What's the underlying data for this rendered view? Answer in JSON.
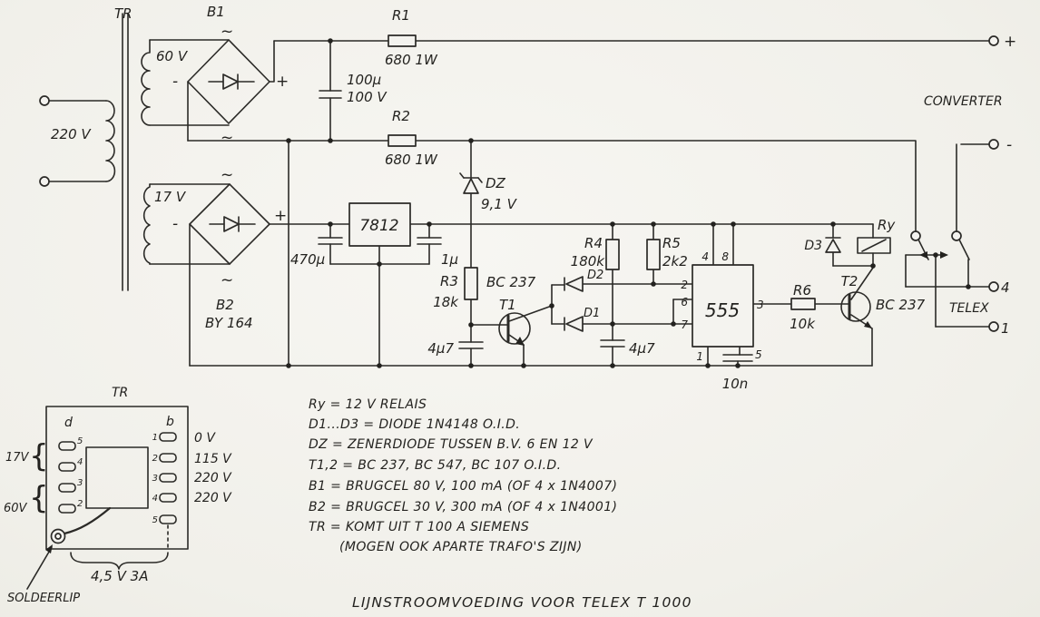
{
  "title": "LIJNSTROOMVOEDING VOOR TELEX T 1000",
  "symbols": {
    "ac": "~",
    "plus": "+",
    "minus": "-",
    "brace": "{"
  },
  "transformer": {
    "label": "TR",
    "primary": "220 V",
    "secondary_60": "60 V",
    "secondary_17": "17 V"
  },
  "components": {
    "b1": {
      "label": "B1"
    },
    "b2": {
      "label": "B2",
      "type": "BY 164"
    },
    "r1": {
      "label": "R1",
      "value": "680 1W"
    },
    "r2": {
      "label": "R2",
      "value": "680 1W"
    },
    "r3": {
      "label": "R3",
      "value": "18k"
    },
    "r4": {
      "label": "R4",
      "value": "180k"
    },
    "r5": {
      "label": "R5",
      "value": "2k2"
    },
    "r6": {
      "label": "R6",
      "value": "10k"
    },
    "c_smooth": {
      "label": "100µ",
      "voltage": "100 V"
    },
    "c_470": {
      "label": "470µ"
    },
    "c_1u": {
      "label": "1µ"
    },
    "c_4u7_left": {
      "label": "4µ7"
    },
    "c_4u7_right": {
      "label": "4µ7"
    },
    "c_10n": {
      "label": "10n"
    },
    "regulator": {
      "label": "7812"
    },
    "dz": {
      "label": "DZ",
      "value": "9,1 V"
    },
    "d1": {
      "label": "D1"
    },
    "d2": {
      "label": "D2"
    },
    "d3": {
      "label": "D3"
    },
    "t1": {
      "label": "T1",
      "type": "BC 237"
    },
    "t2": {
      "label": "T2",
      "type": "BC 237"
    },
    "ic555": {
      "label": "555",
      "pins": {
        "p1": "1",
        "p2": "2",
        "p3": "3",
        "p4": "4",
        "p5": "5",
        "p6": "6",
        "p7": "7",
        "p8": "8"
      }
    },
    "relay": {
      "label": "Ry"
    }
  },
  "terminals": {
    "converter": "CONVERTER",
    "telex": "TELEX",
    "telex_4": "4",
    "telex_1": "1"
  },
  "tr_detail": {
    "label": "TR",
    "col_left": "d",
    "col_right": "b",
    "left_pins": [
      "5",
      "4",
      "3",
      "2"
    ],
    "right_pins": [
      "1",
      "2",
      "3",
      "4",
      "5"
    ],
    "right_labels": [
      "0 V",
      "115 V",
      "220 V",
      "220 V"
    ],
    "winding_17": "17V",
    "winding_60": "60V",
    "heater_tap": "4,5 V 3A",
    "solder_lug": "SOLDEERLIP"
  },
  "notes": [
    "Ry = 12 V RELAIS",
    "D1...D3 = DIODE 1N4148 O.I.D.",
    "DZ = ZENERDIODE TUSSEN B.V. 6 EN 12 V",
    "T1,2 = BC 237, BC 547, BC 107  O.I.D.",
    "B1 = BRUGCEL 80 V, 100 mA (OF 4 x 1N4007)",
    "B2 = BRUGCEL 30 V, 300 mA (OF 4 x 1N4001)",
    "TR = KOMT UIT T 100 A SIEMENS",
    "(MOGEN OOK APARTE TRAFO'S ZIJN)"
  ]
}
